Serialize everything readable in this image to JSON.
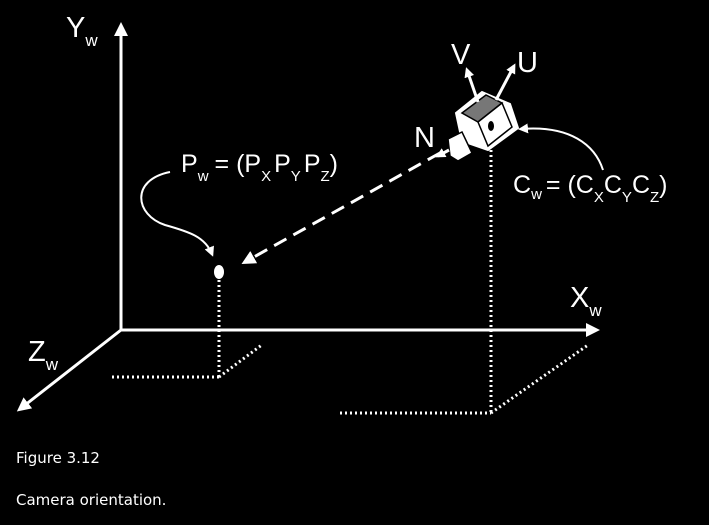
{
  "diagram": {
    "y_axis": {
      "main": "Y",
      "sub": "w"
    },
    "x_axis": {
      "main": "X",
      "sub": "w"
    },
    "z_axis": {
      "main": "Z",
      "sub": "w"
    },
    "camera_axes": {
      "v": "V",
      "u": "U",
      "n": "N"
    },
    "point": {
      "lhs_main": "P",
      "lhs_sub": "w",
      "eq": "= (",
      "c1": "P",
      "s1": "X",
      "c2": "P",
      "s2": "Y",
      "c3": "P",
      "s3": "Z",
      "close": ")"
    },
    "camera_pos": {
      "lhs_main": "C",
      "lhs_sub": "w",
      "eq": "= (",
      "c1": "C",
      "s1": "X",
      "c2": "C",
      "s2": "Y",
      "c3": "C",
      "s3": "Z",
      "close": ")"
    }
  },
  "caption": {
    "figure_number": "Figure 3.12",
    "text": "Camera orientation."
  }
}
